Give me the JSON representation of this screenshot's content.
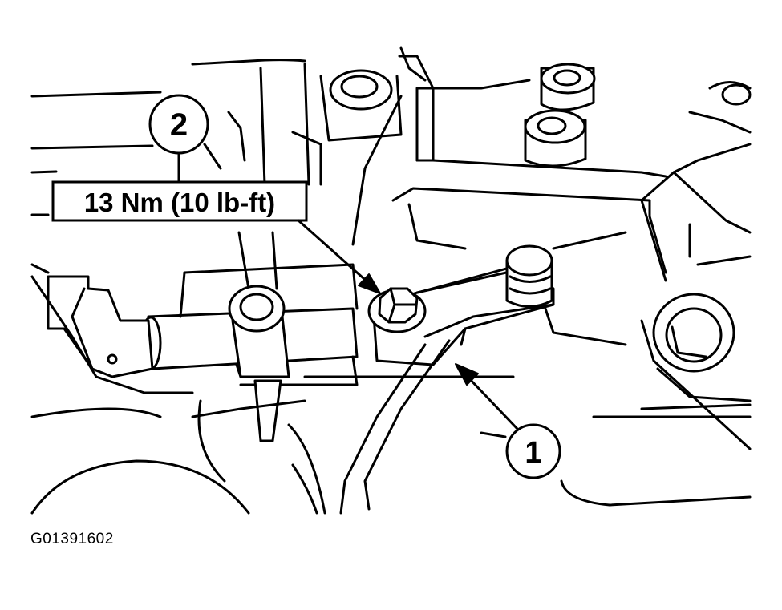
{
  "callouts": {
    "one": "1",
    "two": "2"
  },
  "torque_label": "13 Nm (10 lb-ft)",
  "figure_id": "G01391602",
  "colors": {
    "ink": "#000000",
    "paper": "#ffffff"
  }
}
